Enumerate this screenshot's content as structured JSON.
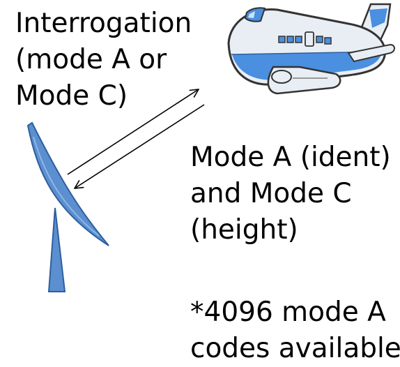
{
  "interrogation": {
    "lines": [
      "Interrogation",
      "(mode A or",
      "Mode C)"
    ]
  },
  "reply": {
    "lines": [
      "Mode A (ident)",
      "and Mode C",
      "(height)"
    ]
  },
  "note": {
    "lines": [
      "*4096 mode A",
      "codes available"
    ]
  },
  "colors": {
    "antenna": "#5b8fd0",
    "antenna_edge": "#2d5f9e",
    "plane_body": "#e9eef5",
    "plane_stripe": "#4a8fe0",
    "arrow": "#000000"
  },
  "icons": {
    "radar": "radar-antenna-icon",
    "aircraft": "cartoon-airplane-icon"
  }
}
